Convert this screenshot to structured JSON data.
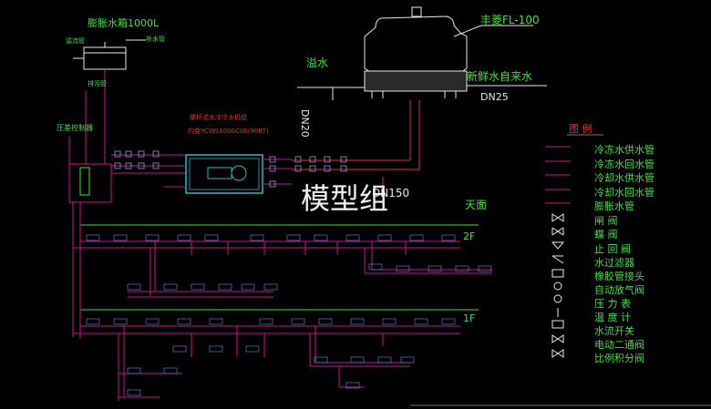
{
  "tank": {
    "title": "膨胀水箱1000L",
    "overflow": "溢流管",
    "makeup": "补水管",
    "drain": "排污管"
  },
  "tower": {
    "model": "丰菱FL-100",
    "overflow": "溢水",
    "freshwater": "新鲜水自来水",
    "pipe_dn25": "DN25",
    "pipe_dn20": "DN20"
  },
  "chiller": {
    "name": "螺杆式水冷冷水机组",
    "model": "约克YCWS100SC00(90RT)"
  },
  "differential": "压差控制器",
  "pipe_dn150": "DN150",
  "watermark": "模型组",
  "floors": {
    "roof": "天面",
    "f2": "2F",
    "f1": "1F"
  },
  "legend": {
    "title": "图  例",
    "items": [
      {
        "label": "冷冻水供水管",
        "icon": "line-chilled-supply"
      },
      {
        "label": "冷冻水回水管",
        "icon": "line-chilled-return"
      },
      {
        "label": "冷却水供水管",
        "icon": "line-cooling-supply"
      },
      {
        "label": "冷却水回水管",
        "icon": "line-cooling-return"
      },
      {
        "label": "膨胀水管",
        "icon": "line-expansion"
      },
      {
        "label": "闸  阀",
        "icon": "gate-valve"
      },
      {
        "label": "蝶  阀",
        "icon": "butterfly-valve"
      },
      {
        "label": "止 回 阀",
        "icon": "check-valve"
      },
      {
        "label": "水过滤器",
        "icon": "strainer"
      },
      {
        "label": "橡胶管接头",
        "icon": "rubber-joint"
      },
      {
        "label": "自动放气阀",
        "icon": "air-vent"
      },
      {
        "label": "压 力 表",
        "icon": "pressure-gauge"
      },
      {
        "label": "温 度 计",
        "icon": "thermometer"
      },
      {
        "label": "水流开关",
        "icon": "flow-switch"
      },
      {
        "label": "电动二通阀",
        "icon": "two-way-valve"
      },
      {
        "label": "比例积分阀",
        "icon": "pi-valve"
      }
    ]
  },
  "colors": {
    "pipe": "#c8168e",
    "label_green": "#3fe03f",
    "machine": "#2ab8c8",
    "red": "#e03030",
    "floorline": "#3fe03f"
  }
}
